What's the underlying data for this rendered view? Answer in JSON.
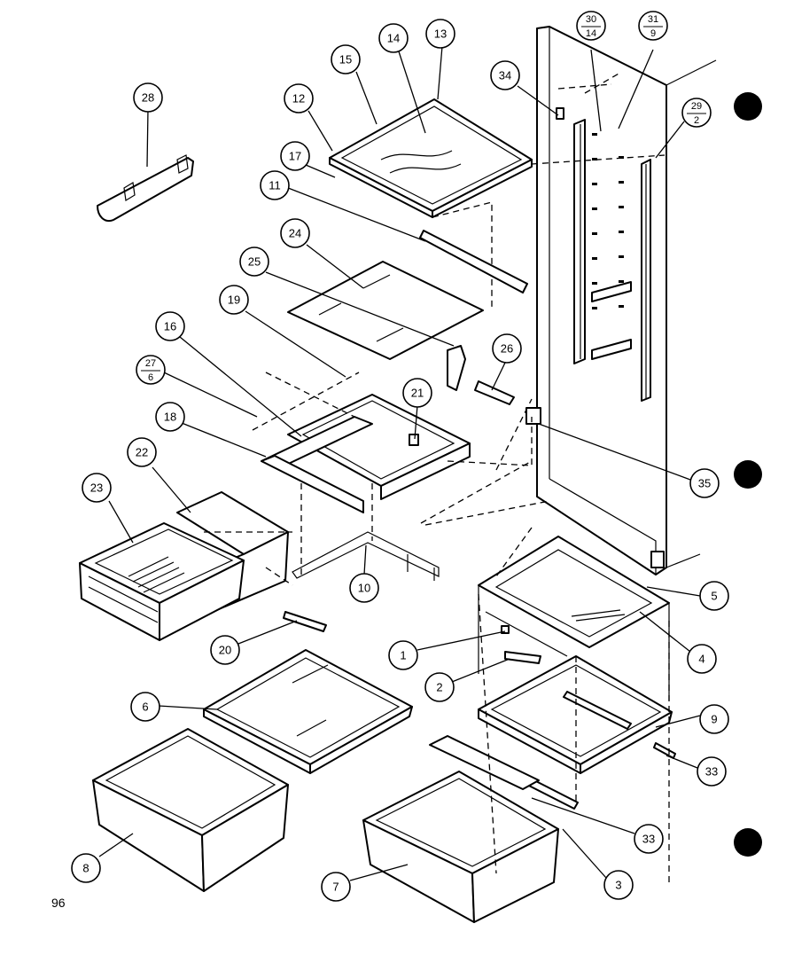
{
  "page_number": "96",
  "callouts": [
    {
      "id": "28",
      "label": "28"
    },
    {
      "id": "15",
      "label": "15"
    },
    {
      "id": "14",
      "label": "14"
    },
    {
      "id": "13",
      "label": "13"
    },
    {
      "id": "12",
      "label": "12"
    },
    {
      "id": "17",
      "label": "17"
    },
    {
      "id": "11",
      "label": "11"
    },
    {
      "id": "24",
      "label": "24"
    },
    {
      "id": "25",
      "label": "25"
    },
    {
      "id": "19",
      "label": "19"
    },
    {
      "id": "16",
      "label": "16"
    },
    {
      "id": "27-6",
      "top": "27",
      "bottom": "6"
    },
    {
      "id": "18",
      "label": "18"
    },
    {
      "id": "21",
      "label": "21"
    },
    {
      "id": "22",
      "label": "22"
    },
    {
      "id": "23",
      "label": "23"
    },
    {
      "id": "26",
      "label": "26"
    },
    {
      "id": "34",
      "label": "34"
    },
    {
      "id": "30-14",
      "top": "30",
      "bottom": "14"
    },
    {
      "id": "31-9",
      "top": "31",
      "bottom": "9"
    },
    {
      "id": "29-2",
      "top": "29",
      "bottom": "2"
    },
    {
      "id": "35",
      "label": "35"
    },
    {
      "id": "5",
      "label": "5"
    },
    {
      "id": "10",
      "label": "10"
    },
    {
      "id": "4",
      "label": "4"
    },
    {
      "id": "20",
      "label": "20"
    },
    {
      "id": "1",
      "label": "1"
    },
    {
      "id": "2",
      "label": "2"
    },
    {
      "id": "9",
      "label": "9"
    },
    {
      "id": "6",
      "label": "6"
    },
    {
      "id": "33a",
      "label": "33"
    },
    {
      "id": "33b",
      "label": "33"
    },
    {
      "id": "8",
      "label": "8"
    },
    {
      "id": "7",
      "label": "7"
    },
    {
      "id": "3",
      "label": "3"
    }
  ]
}
